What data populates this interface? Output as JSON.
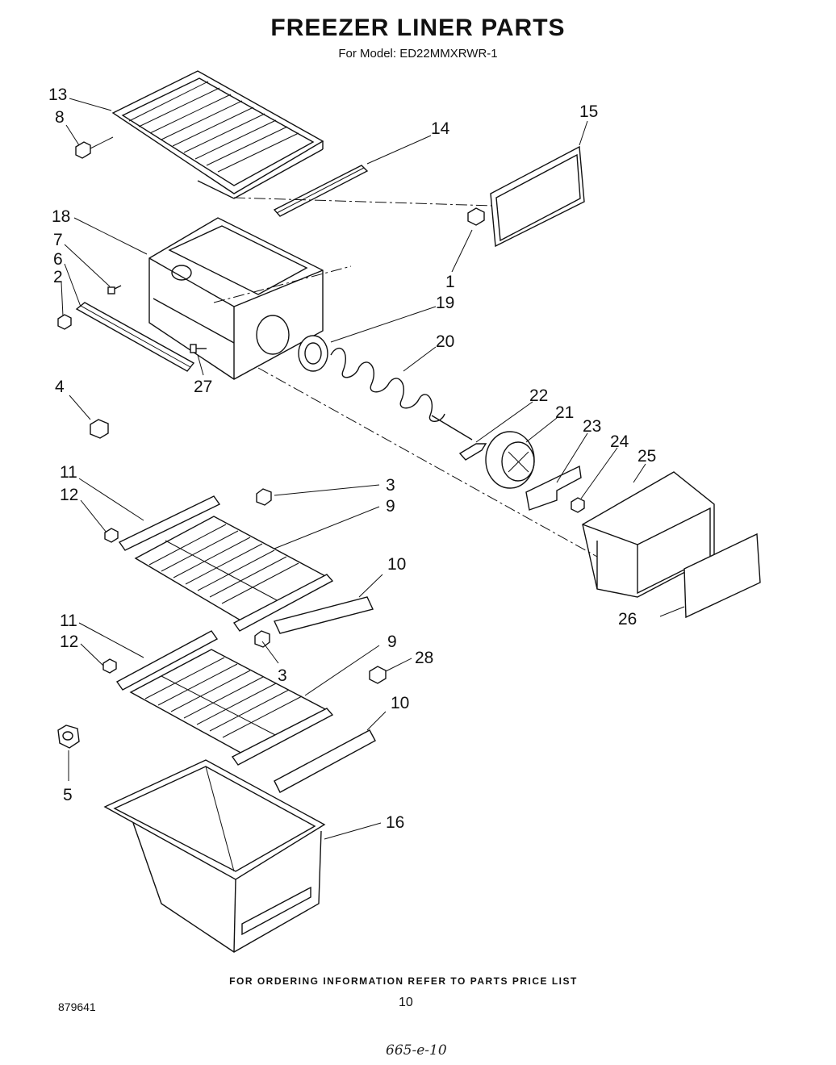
{
  "header": {
    "title": "FREEZER LINER PARTS",
    "subtitle": "For Model: ED22MMXRWR-1"
  },
  "callouts": [
    "13",
    "8",
    "14",
    "15",
    "18",
    "7",
    "6",
    "2",
    "1",
    "19",
    "20",
    "27",
    "4",
    "22",
    "21",
    "23",
    "24",
    "25",
    "11",
    "12",
    "3",
    "9",
    "10",
    "26",
    "11",
    "12",
    "9",
    "3",
    "28",
    "10",
    "5",
    "16"
  ],
  "footer": {
    "note": "FOR ORDERING INFORMATION REFER TO PARTS PRICE LIST",
    "doc_number": "879641",
    "page_number": "10",
    "handwritten": "665-e-10"
  }
}
